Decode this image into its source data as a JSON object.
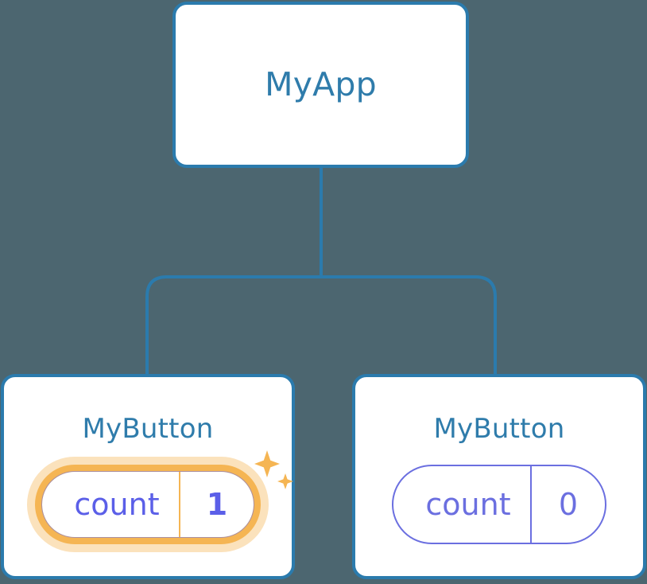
{
  "diagram": {
    "type": "component-tree",
    "background_color": "#4c6670",
    "node_border_color": "#2b7bad",
    "title_color": "#2f7cab",
    "state_color": "#6b6fe0",
    "highlight_color": "#f5b553",
    "highlight_glow_color": "#fad9a4"
  },
  "root": {
    "title": "MyApp"
  },
  "children": [
    {
      "title": "MyButton",
      "state": {
        "key": "count",
        "value": "1"
      },
      "updated": true,
      "sparkle_icon": "sparkles-icon"
    },
    {
      "title": "MyButton",
      "state": {
        "key": "count",
        "value": "0"
      },
      "updated": false
    }
  ]
}
